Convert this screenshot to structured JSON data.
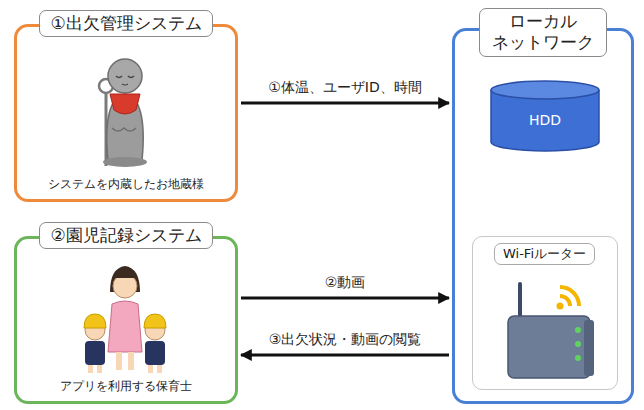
{
  "diagram": {
    "nodes": [
      {
        "text": [
          "①出欠管理システム",
          "システムを内蔵したお地蔵様"
        ]
      },
      {
        "text": [
          "②園児記録システム",
          "アプリを利用する保育士"
        ]
      },
      {
        "text": [
          "ローカル ネットワーク"
        ]
      },
      {
        "text": [
          "HDD"
        ],
        "in": 2
      },
      {
        "text": [
          "Wi-Fiルーター"
        ],
        "in": 2
      }
    ],
    "edges": [
      {
        "from": 0,
        "to": 2,
        "label": "①体温、ユーザID、時間",
        "arrow": "to"
      },
      {
        "from": 1,
        "to": 2,
        "label": "②動画",
        "arrow": "to"
      },
      {
        "from": 2,
        "to": 1,
        "label": "③出欠状況・動画の閲覧",
        "arrow": "to"
      }
    ]
  }
}
